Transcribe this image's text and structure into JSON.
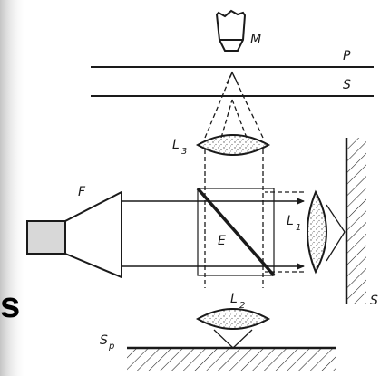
{
  "labels": {
    "microscope": "M",
    "plane_p": "P",
    "plane_s": "S",
    "lens_3": "L",
    "lens_3_sub": "3",
    "source": "F",
    "beam_splitter": "E",
    "lens_1": "L",
    "lens_1_sub": "1",
    "lens_2": "L",
    "lens_2_sub": "2",
    "specimen": "S",
    "specimen_sub": "p",
    "mirror": "S",
    "left_edge_char": "s"
  },
  "colors": {
    "ink": "#1a1a1a",
    "paper": "#ffffff",
    "margin_shadow": "#cfcfcf"
  }
}
